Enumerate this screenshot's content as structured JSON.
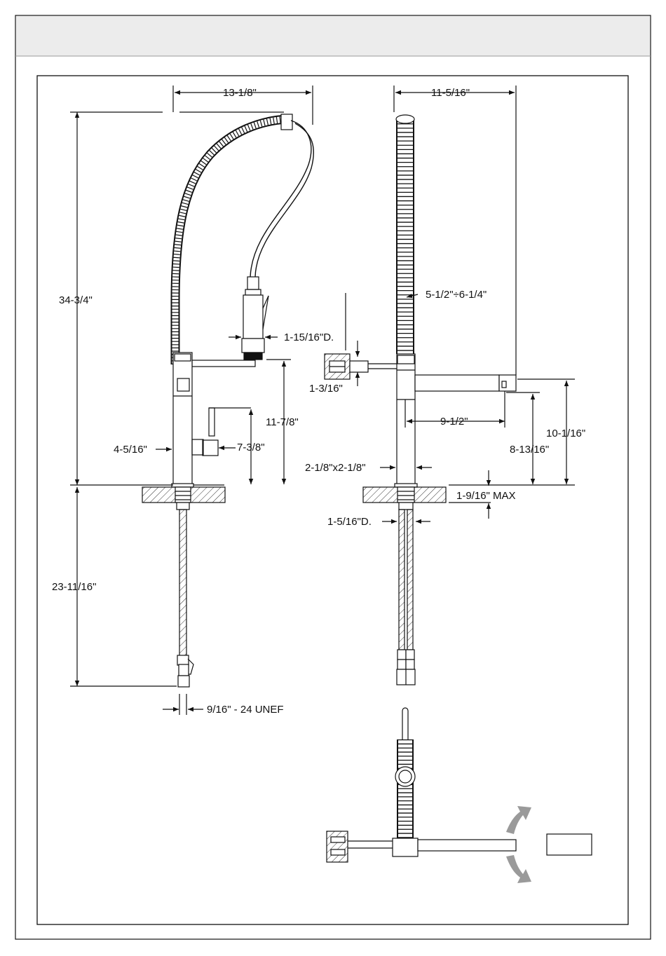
{
  "colors": {
    "line": "#111111",
    "header_band": "#ececec",
    "hatch": "#333333",
    "arrow_fill": "#9a9a9a"
  },
  "dimensions": {
    "side_width": "13-1/8\"",
    "side_height": "34-3/4\"",
    "hose_length": "23-11/16\"",
    "spray_diameter": "1-15/16\"D.",
    "spout_height": "11-7/8\"",
    "body_width": "4-5/16\"",
    "lever_height": "7-3/8\"",
    "thread": "9/16\" - 24 UNEF",
    "front_width": "11-5/16\"",
    "spring_range": "5-1/2\"÷6-1/4\"",
    "wall_mount": "1-3/16\"",
    "spout_reach": "9-1/2\"",
    "spout_clearance": "8-13/16\"",
    "overall_spout_height": "10-1/16\"",
    "base_size": "2-1/8\"x2-1/8\"",
    "deck_thickness": "1-9/16\" MAX",
    "shank_diameter": "1-5/16\"D."
  },
  "icons": {
    "rotation": "rotation-arrows-icon"
  }
}
